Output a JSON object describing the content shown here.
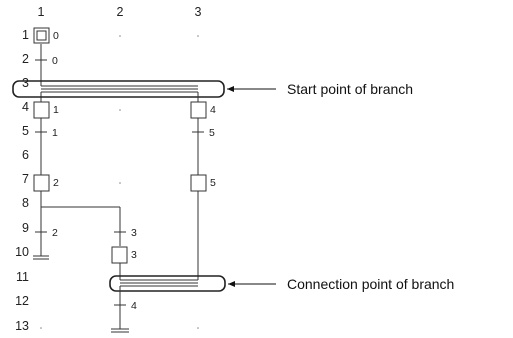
{
  "columns": [
    "1",
    "2",
    "3"
  ],
  "rows": [
    "1",
    "2",
    "3",
    "4",
    "5",
    "6",
    "7",
    "8",
    "9",
    "10",
    "11",
    "12",
    "13"
  ],
  "steps": {
    "initial": "0",
    "s1": "1",
    "s2": "2",
    "s3": "3",
    "s4": "4",
    "s5": "5"
  },
  "transitions": {
    "t0": "0",
    "t1": "1",
    "t2": "2",
    "t3": "3",
    "t4": "4",
    "t5": "5"
  },
  "annotations": {
    "branch_start": "Start point of branch",
    "branch_connect": "Connection point of branch"
  }
}
